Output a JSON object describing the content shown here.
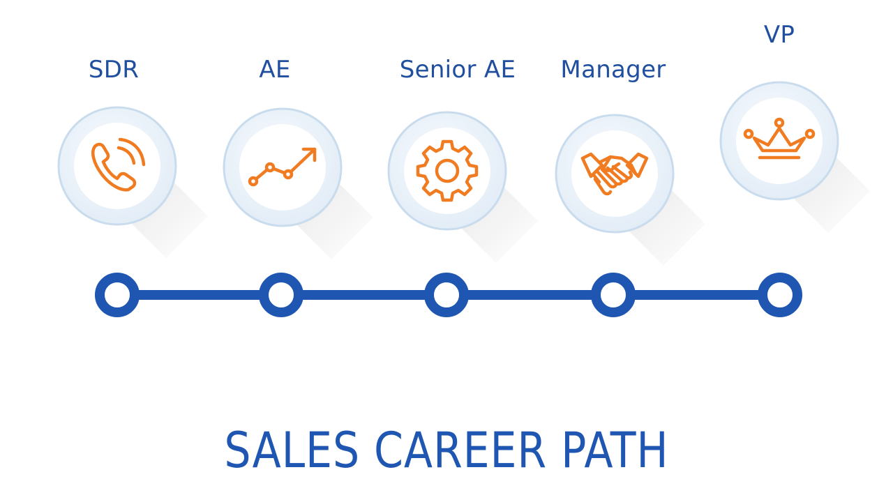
{
  "title": "SALES CAREER PATH",
  "colors": {
    "accent_blue": "#1f56b2",
    "label_blue": "#1f4f9e",
    "icon_orange": "#f07b21",
    "circle_fill": "#edf3fa",
    "circle_ring": "#c9dcee"
  },
  "stages": [
    {
      "label": "SDR",
      "icon": "phone-icon"
    },
    {
      "label": "AE",
      "icon": "growth-chart-icon"
    },
    {
      "label": "Senior AE",
      "icon": "gear-icon"
    },
    {
      "label": "Manager",
      "icon": "handshake-icon"
    },
    {
      "label": "VP",
      "icon": "crown-icon"
    }
  ]
}
